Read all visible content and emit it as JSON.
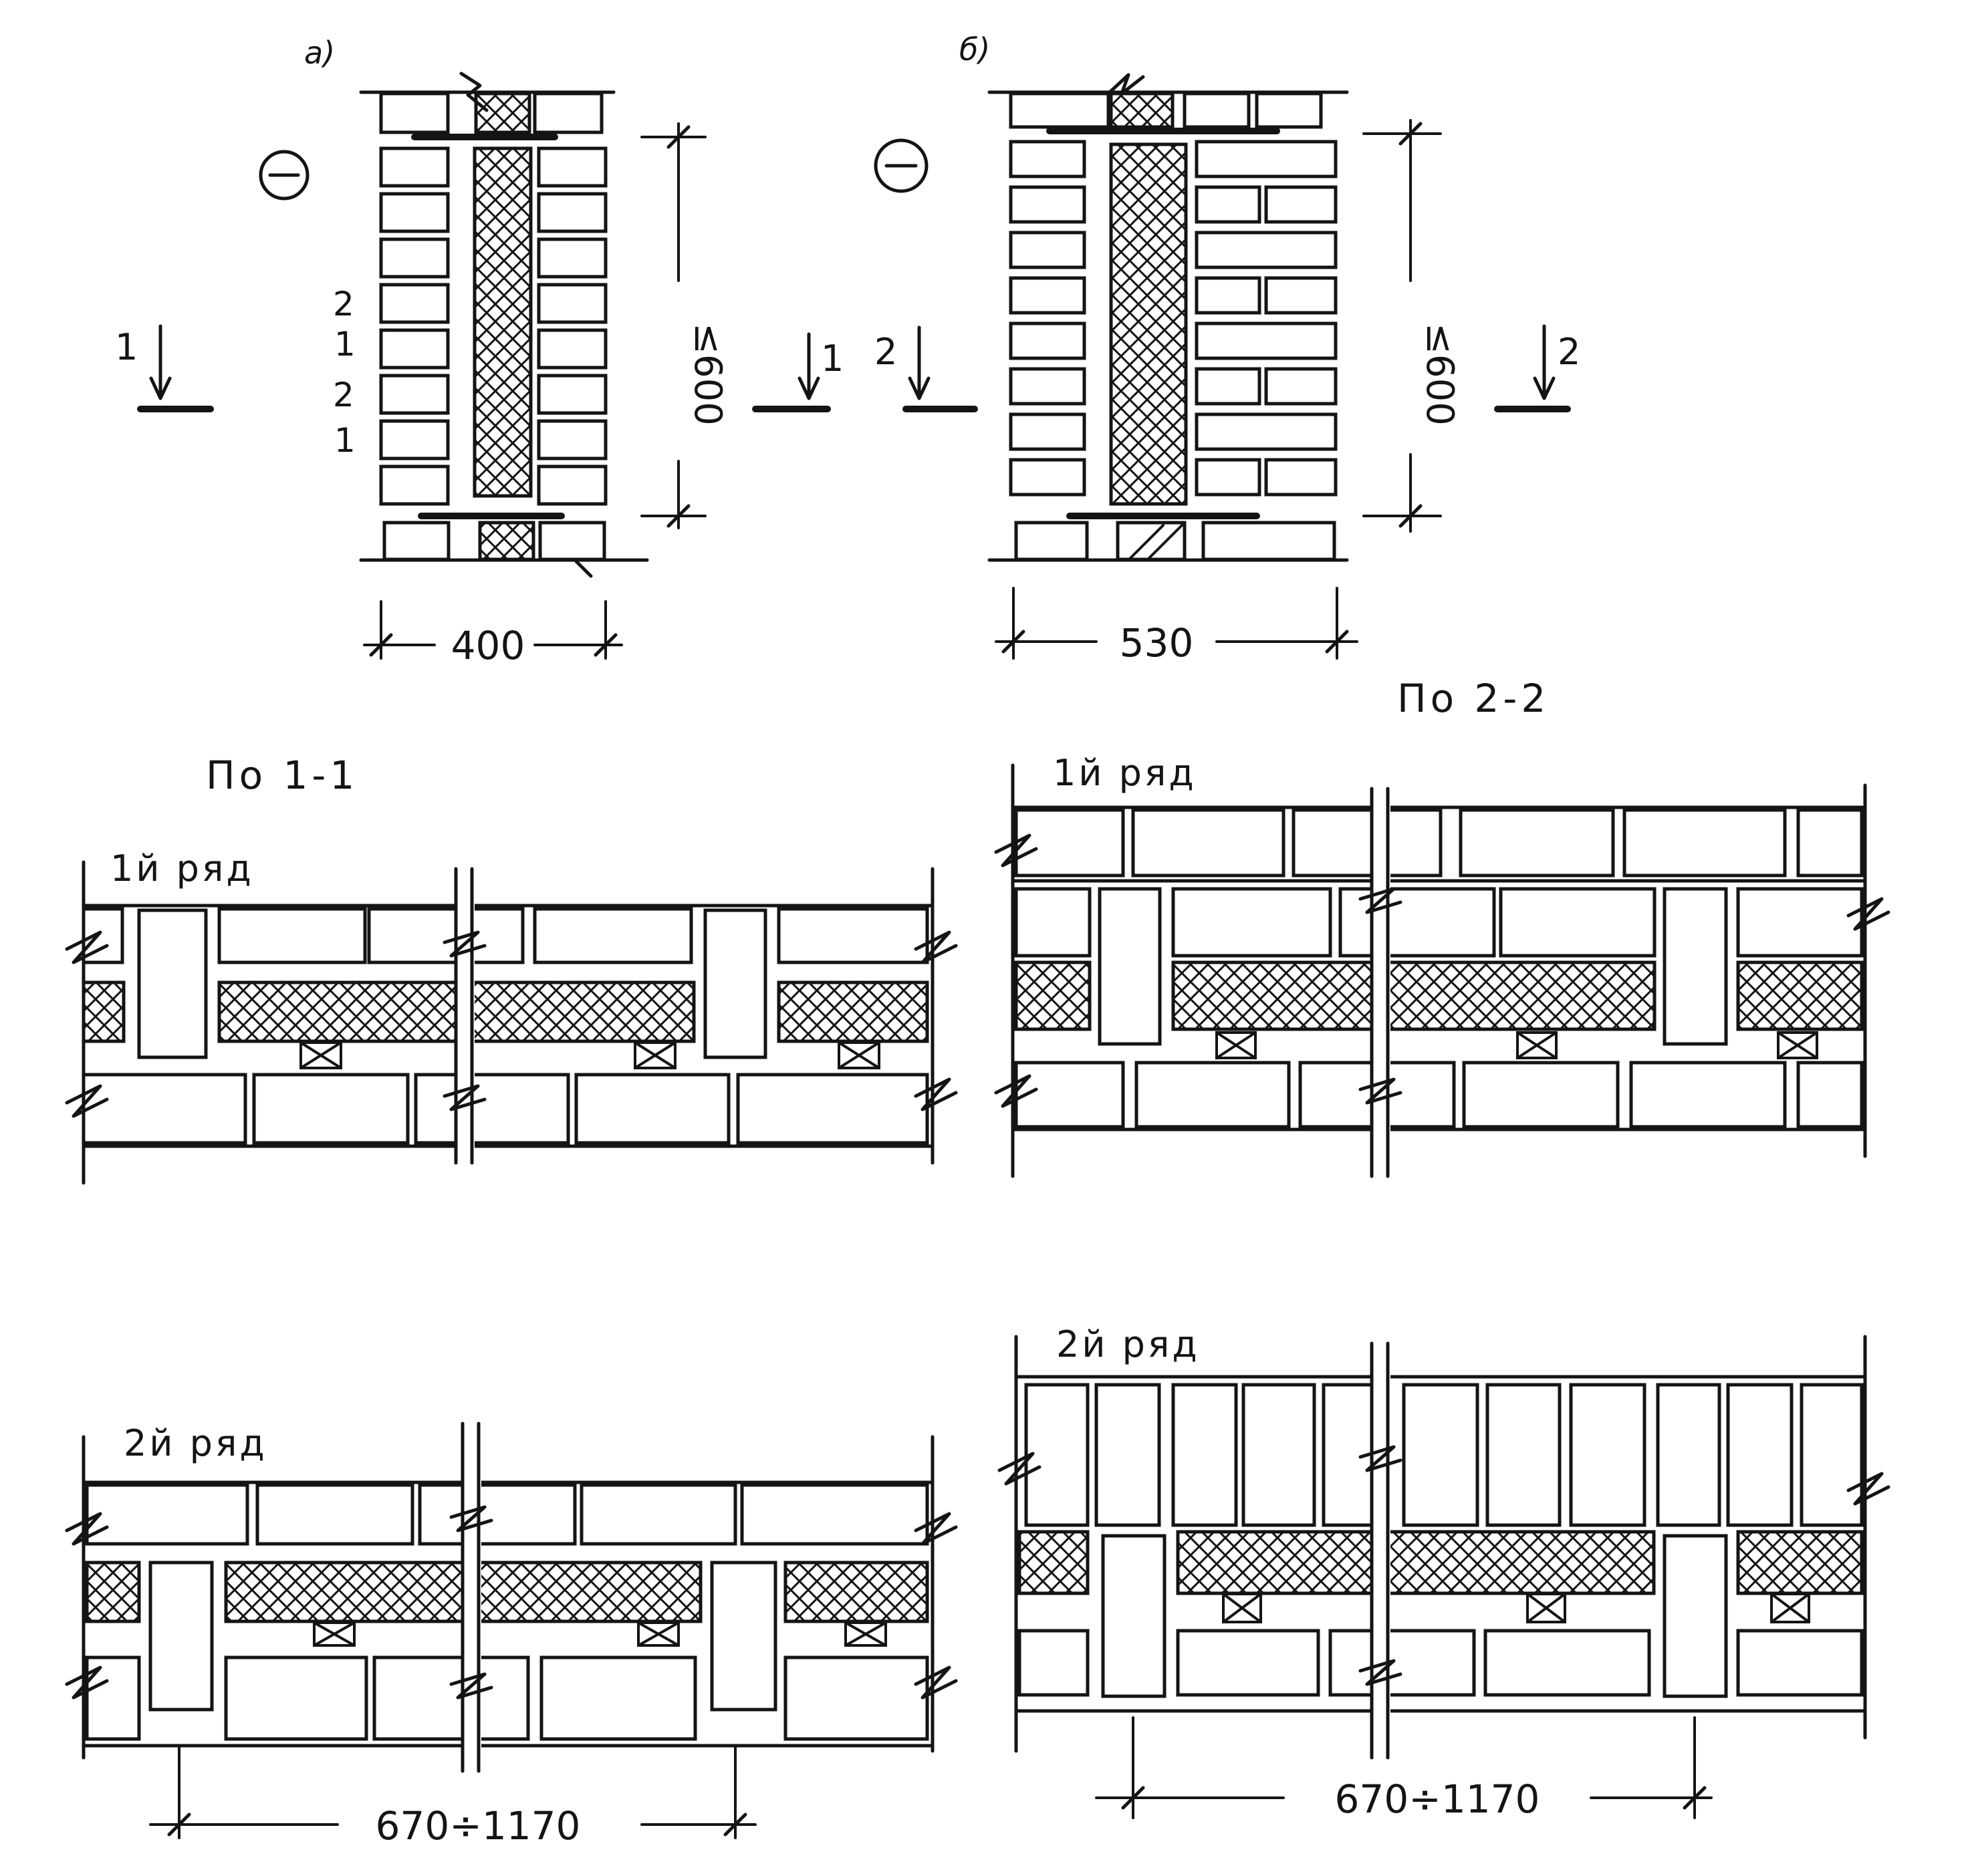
{
  "variants": {
    "a": {
      "label": "а)",
      "width_label": "400",
      "height_label": "≤600",
      "course_numbers": [
        "2",
        "1",
        "2",
        "1"
      ],
      "section_mark_left": "1",
      "section_mark_right": "1"
    },
    "b": {
      "label": "б)",
      "width_label": "530",
      "height_label": "≤600",
      "section_mark_left": "2",
      "section_mark_right": "2"
    }
  },
  "sections": {
    "s11": {
      "title": "По 1-1",
      "row1": "1й ряд",
      "row2": "2й ряд",
      "span": "670÷1170"
    },
    "s22": {
      "title": "По 2-2",
      "row1": "1й ряд",
      "row2": "2й ряд",
      "span": "670÷1170"
    }
  }
}
